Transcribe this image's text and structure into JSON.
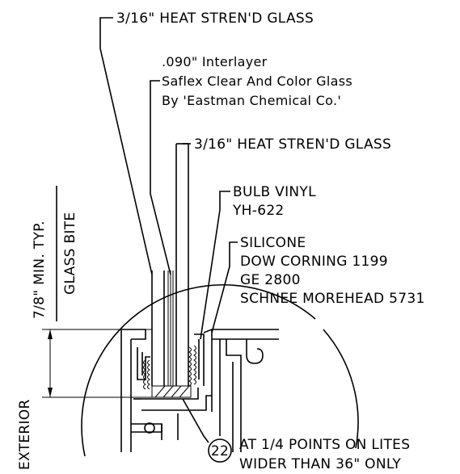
{
  "labels": {
    "outer_glass": "3/16\" HEAT STREN'D GLASS",
    "interlayer_line1": ".090\" Interlayer",
    "interlayer_line2": "Saflex Clear And Color Glass",
    "interlayer_line3": "By 'Eastman Chemical Co.'",
    "inner_glass": "3/16\" HEAT STREN'D GLASS",
    "bulb_vinyl_line1": "BULB VINYL",
    "bulb_vinyl_line2": "YH-622",
    "silicone_line1": "SILICONE",
    "silicone_line2": "DOW CORNING 1199",
    "silicone_line3": "GE 2800",
    "silicone_line4": "SCHNEE MOREHEAD 5731",
    "min_typ": "7/8\" MIN. TYP.",
    "glass_bite": "GLASS BITE",
    "exterior": "EXTERIOR",
    "callout_number": "22",
    "note_line1": "AT 1/4 POINTS ON LITES",
    "note_line2": "WIDER THAN 36\" ONLY"
  }
}
